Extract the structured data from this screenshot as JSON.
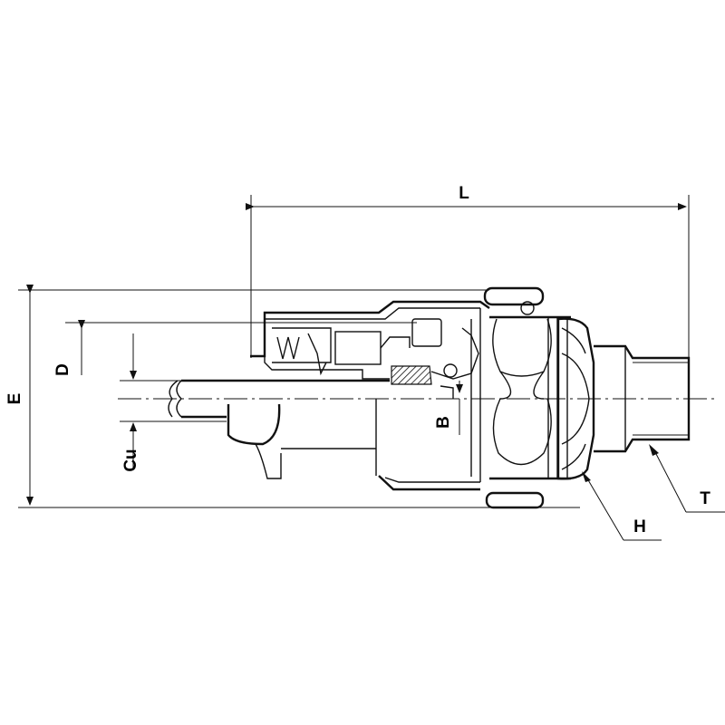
{
  "drawing": {
    "dimensions": {
      "L": "L",
      "E": "E",
      "D": "D",
      "Cu": "Cu",
      "B": "B",
      "H": "H",
      "T": "T"
    },
    "colors": {
      "line": "#111111",
      "background": "#ffffff"
    }
  }
}
